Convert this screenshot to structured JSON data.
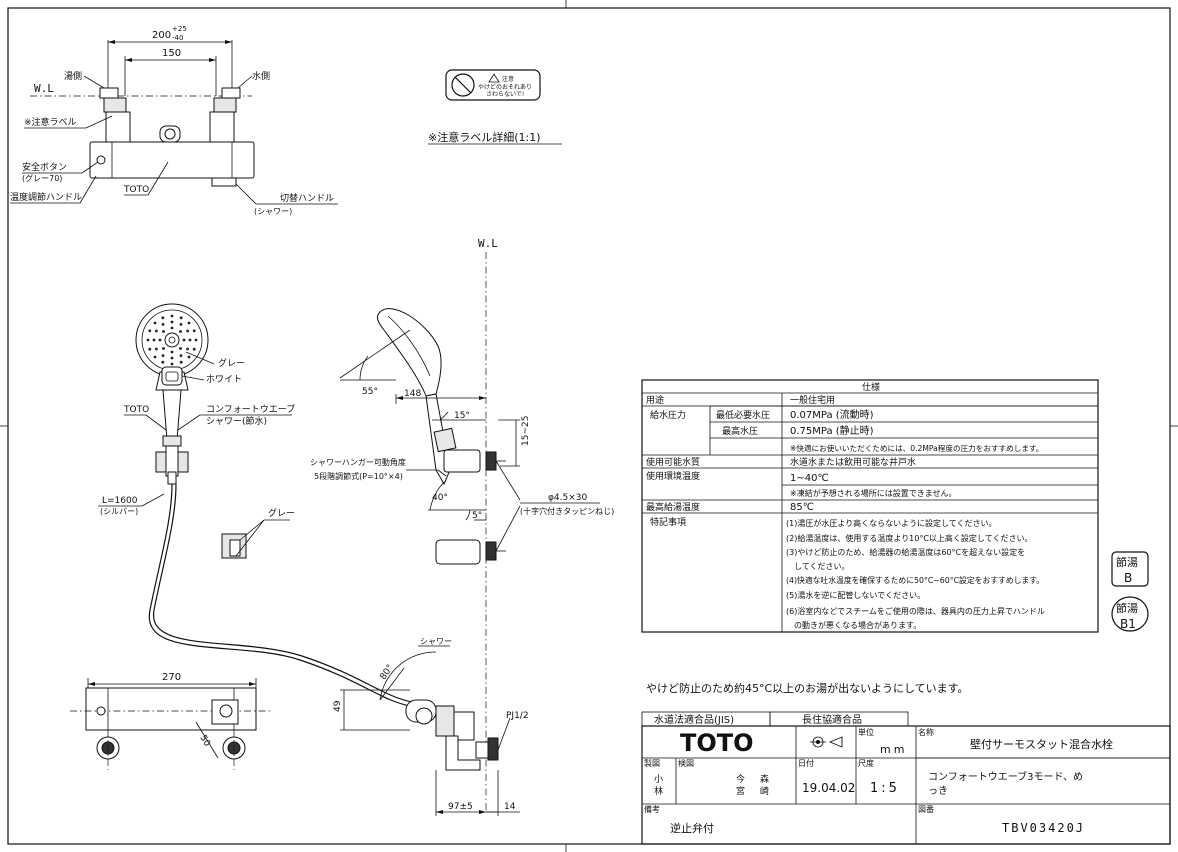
{
  "elevation": {
    "dim_total": "200",
    "dim_tol_plus": "+25",
    "dim_tol_minus": "-40",
    "dim_150": "150",
    "wl": "W.L",
    "hot_side": "湯側",
    "cold_side": "水側",
    "caution_label": "※注意ラベル",
    "safety_button": "安全ボタン",
    "safety_button_color": "(グレー70)",
    "temp_handle": "温度調節ハンドル",
    "brand": "TOTO",
    "switch_handle": "切替ハンドル",
    "switch_handle_sub": "(シャワー)"
  },
  "caution_detail": {
    "title": "注意",
    "line1": "やけどのおそれあり",
    "line2": "さわらないで!",
    "caption": "※注意ラベル詳細(1:1)"
  },
  "head_view": {
    "grey": "グレー",
    "white": "ホワイト",
    "brand": "TOTO",
    "model_line1": "コンフォートウエーブ",
    "model_line2": "シャワー(節水)",
    "hose_len": "L=1600",
    "hose_color": "(シルバー)",
    "bracket_grey": "グレー"
  },
  "side_view": {
    "wl": "W.L",
    "angle_55": "55°",
    "dim_148": "148",
    "angle_15": "15°",
    "dim_15_25": "15~25",
    "hanger_title": "シャワーハンガー可動角度",
    "hanger_detail": "5段階調節式(P=10°×4)",
    "angle_40": "40°",
    "angle_5": "5°",
    "screw_size": "φ4.5×30",
    "screw_desc": "(十字穴付きタッピンねじ)"
  },
  "bottom_view": {
    "dim_270": "270",
    "dim_50": "50",
    "shower": "シャワー",
    "angle_80": "80°",
    "dim_49": "49",
    "pj": "PJ1/2",
    "dim_97": "97±5",
    "dim_14": "14"
  },
  "spec": {
    "title": "仕様",
    "rows": [
      {
        "label": "用途",
        "sub": "",
        "value": "一般住宅用"
      },
      {
        "label": "給水圧力",
        "sub": "最低必要水圧",
        "value": "0.07MPa (流動時)"
      },
      {
        "label": "",
        "sub": "最高水圧",
        "value": "0.75MPa (静止時)"
      },
      {
        "label": "",
        "sub": "",
        "value": "※快適にお使いいただくためには、0.2MPa程度の圧力をおすすめします。"
      },
      {
        "label": "使用可能水質",
        "sub": "",
        "value": "水道水または飲用可能な井戸水"
      },
      {
        "label": "使用環境温度",
        "sub": "",
        "value": "1~40℃"
      },
      {
        "label": "",
        "sub": "",
        "value": "※凍結が予想される場所には設置できません。"
      },
      {
        "label": "最高給湯温度",
        "sub": "",
        "value": "85℃"
      }
    ],
    "notes_label": "特記事項",
    "notes": [
      "(1)湯圧が水圧より高くならないように設定してください。",
      "(2)給湯温度は、使用する温度より10°C以上高く設定してください。",
      "(3)やけど防止のため、給湯器の給湯温度は60°Cを超えない設定を",
      "　してください。",
      "(4)快適な吐水温度を確保するために50°C~60°C設定をおすすめします。",
      "(5)湯水を逆に配管しないでください。",
      "(6)浴室内などでスチームをご使用の際は、器具内の圧力上昇でハンドル",
      "　の動きが悪くなる場合があります。"
    ]
  },
  "badges": {
    "b_top": "節湯",
    "b_bottom": "B",
    "b1_top": "節湯",
    "b1_bottom": "B1"
  },
  "notice": "やけど防止のため約45°C以上のお湯が出ないようにしています。",
  "title_block": {
    "cert1": "水道法適合品(JIS)",
    "cert2": "長住協適合品",
    "logo": "TOTO",
    "unit_label": "単位",
    "unit": "mm",
    "name_label": "名称",
    "name": "壁付サーモスタット混合水栓",
    "drawn_label": "製図",
    "checked_label": "検図",
    "drawn_by_1": "小",
    "drawn_by_2": "林",
    "checked_by_1a": "今",
    "checked_by_1b": "森",
    "checked_by_2a": "宮",
    "checked_by_2b": "崎",
    "date_label": "日付",
    "date": "19.04.02",
    "scale_label": "尺度",
    "scale": "1:5",
    "product": "コンフォートウエーブ3モード、め",
    "product_2": "っき",
    "remarks_label": "備考",
    "remarks": "逆止弁付",
    "drawing_no_label": "図番",
    "drawing_no": "TBV03420J"
  }
}
